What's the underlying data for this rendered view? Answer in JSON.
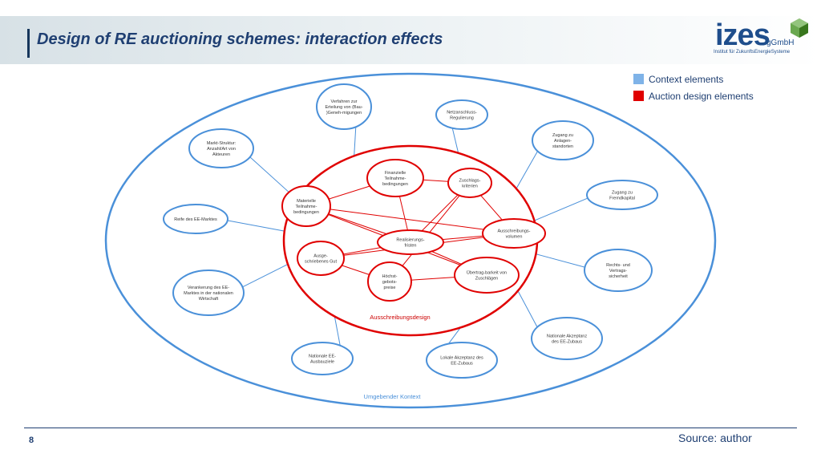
{
  "header": {
    "title": "Design of RE auctioning schemes: interaction effects",
    "logo_word": "izes",
    "logo_suffix": "gGmbH",
    "logo_subtitle": "Institut für ZukunftsEnergieSysteme"
  },
  "legend": {
    "items": [
      {
        "label": "Context elements",
        "color": "#7fb3e8"
      },
      {
        "label": "Auction design elements",
        "color": "#e00000"
      }
    ]
  },
  "diagram": {
    "outer_label": "Umgebender Kontext",
    "core_label": "Ausschreibungsdesign",
    "context_color": "#4a90d9",
    "design_color": "#e00000",
    "context_nodes": [
      {
        "id": "verfahren",
        "lines": [
          "Verfahren zur",
          "Erteilung von (Bau-",
          ")Geneh-migungen"
        ]
      },
      {
        "id": "netzanschluss",
        "lines": [
          "Netzanschluss-",
          "Regulierung"
        ]
      },
      {
        "id": "zugang-standorte",
        "lines": [
          "Zugang zu",
          "Anlagen-",
          "standorten"
        ]
      },
      {
        "id": "markt-struktur",
        "lines": [
          "Markt-Struktur:",
          "Anzahl/Art von",
          "Akteuren"
        ]
      },
      {
        "id": "zugang-fremdkapital",
        "lines": [
          "Zugang zu",
          "Fremdkapital"
        ]
      },
      {
        "id": "reife",
        "lines": [
          "Reife des EE-Marktes"
        ]
      },
      {
        "id": "rechtssicherheit",
        "lines": [
          "Rechts- und",
          "Vertrags-",
          "sicherheit"
        ]
      },
      {
        "id": "verankerung",
        "lines": [
          "Verankerung des EE-",
          "Marktes in der nationalen",
          "Wirtschaft"
        ]
      },
      {
        "id": "nat-akzeptanz",
        "lines": [
          "Nationale Akzeptanz",
          "des EE-Zubaus"
        ]
      },
      {
        "id": "nat-ausbauziele",
        "lines": [
          "Nationale EE-",
          "Ausbauziele"
        ]
      },
      {
        "id": "lok-akzeptanz",
        "lines": [
          "Lokale Akzeptanz des",
          "EE-Zubaus"
        ]
      }
    ],
    "design_nodes": [
      {
        "id": "finanzielle",
        "lines": [
          "Finanzielle",
          "Teilnahme-",
          "bedingungen"
        ]
      },
      {
        "id": "zuschlags",
        "lines": [
          "Zuschlags-",
          "kriterien"
        ]
      },
      {
        "id": "materielle",
        "lines": [
          "Materielle",
          "Teilnahme-",
          "bedingungen"
        ]
      },
      {
        "id": "volumen",
        "lines": [
          "Ausschreibungs-",
          "volumen"
        ]
      },
      {
        "id": "realisierung",
        "lines": [
          "Realisierungs-",
          "fristen"
        ]
      },
      {
        "id": "gut",
        "lines": [
          "Ausge-",
          "schriebenes Gut"
        ]
      },
      {
        "id": "uebertrag",
        "lines": [
          "Übertrag-barkeit von",
          "Zuschlägen"
        ]
      },
      {
        "id": "hoechst",
        "lines": [
          "Höchst-",
          "gebots-",
          "preise"
        ]
      }
    ]
  },
  "footer": {
    "page_number": "8",
    "source": "Source: author"
  }
}
